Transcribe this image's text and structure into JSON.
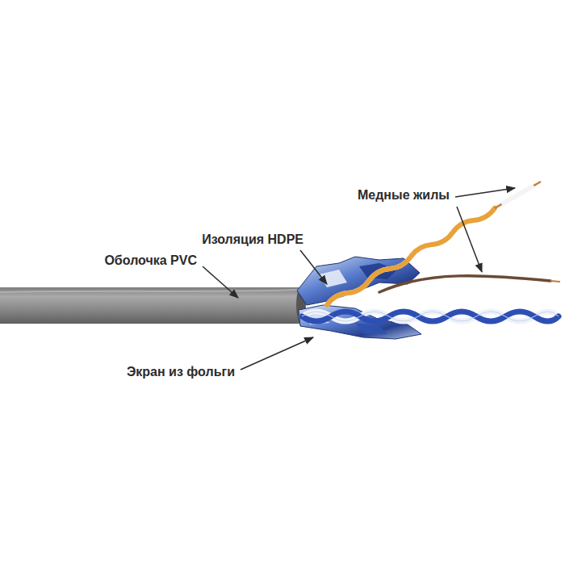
{
  "diagram": {
    "labels": [
      "Медные жилы",
      "Изоляция HDPE",
      "Оболочка PVC",
      "Экран из фольги"
    ]
  }
}
